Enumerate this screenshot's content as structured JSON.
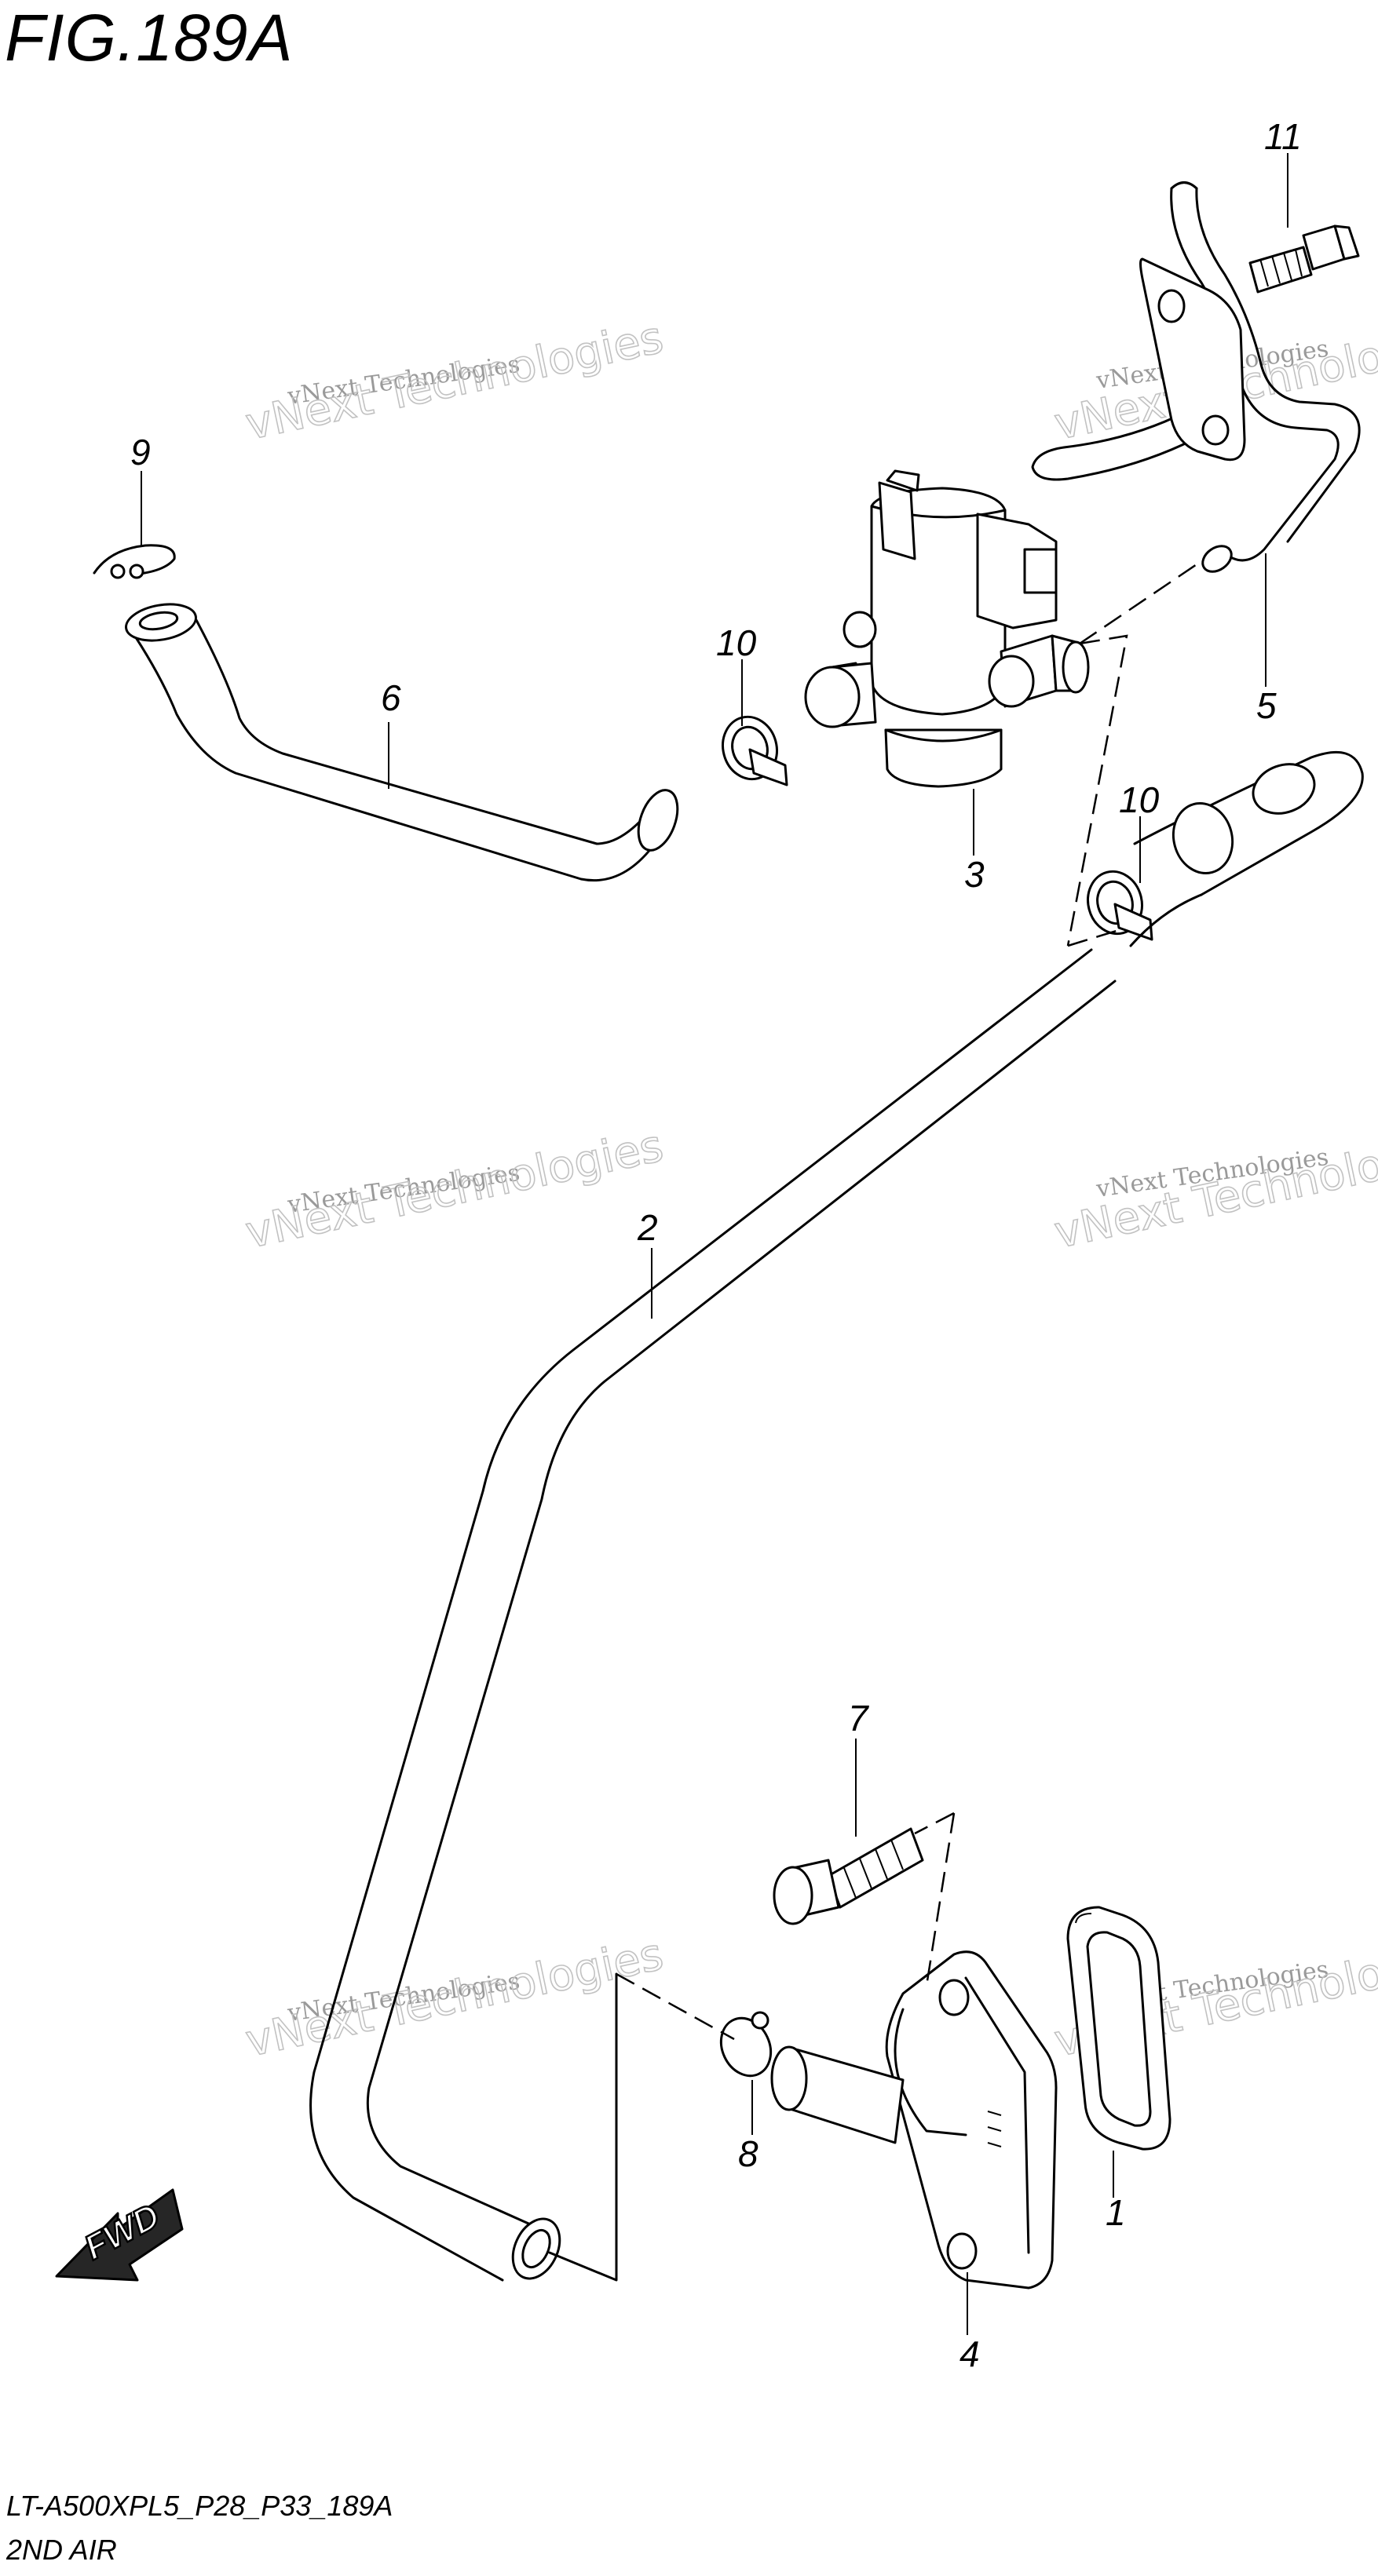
{
  "figure": {
    "title": "FIG.189A",
    "code": "LT-A500XPL5_P28_P33_189A",
    "name": "2ND AIR"
  },
  "watermark": {
    "line1": "vNext Technologies",
    "line2": "vNext Technologies"
  },
  "direction_badge": "FWD",
  "callouts": [
    "1",
    "2",
    "3",
    "4",
    "5",
    "6",
    "7",
    "8",
    "9",
    "10",
    "10",
    "11"
  ]
}
